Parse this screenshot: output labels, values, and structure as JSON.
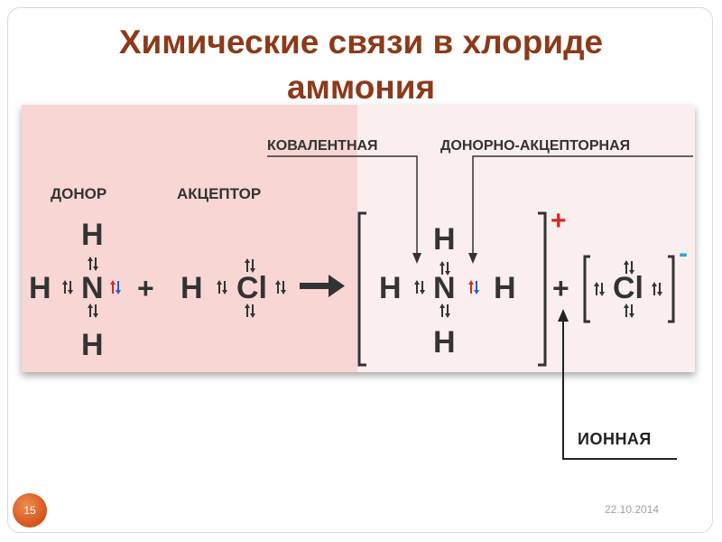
{
  "title_line1": "Химические связи в хлориде",
  "title_line2": "аммония",
  "labels": {
    "donor": "ДОНОР",
    "acceptor": "АКЦЕПТОР",
    "covalent": "КОВАЛЕНТНАЯ",
    "donor_acceptor": "ДОНОРНО-АКЦЕПТОРНАЯ",
    "ionic": "ИОННАЯ"
  },
  "atoms": {
    "h": "H",
    "n": "N",
    "cl": "Cl",
    "plus": "+",
    "charge_plus": "+",
    "charge_minus": "-"
  },
  "footer": {
    "slide_number": "15",
    "date": "22.10.2014"
  },
  "colors": {
    "title": "#8c3a1a",
    "left_panel": "#f7d6d4",
    "right_panel": "#fbeeee",
    "charge_plus": "#d42a2a",
    "charge_minus": "#2aa8d4",
    "electron_up_red": "#d42a2a",
    "electron_down_blue": "#2a5ad4",
    "badge": "#d4531d"
  },
  "icons": [
    "electron-pair-icon",
    "reaction-arrow-icon",
    "pointer-arrow-icon",
    "bracket-icon"
  ]
}
